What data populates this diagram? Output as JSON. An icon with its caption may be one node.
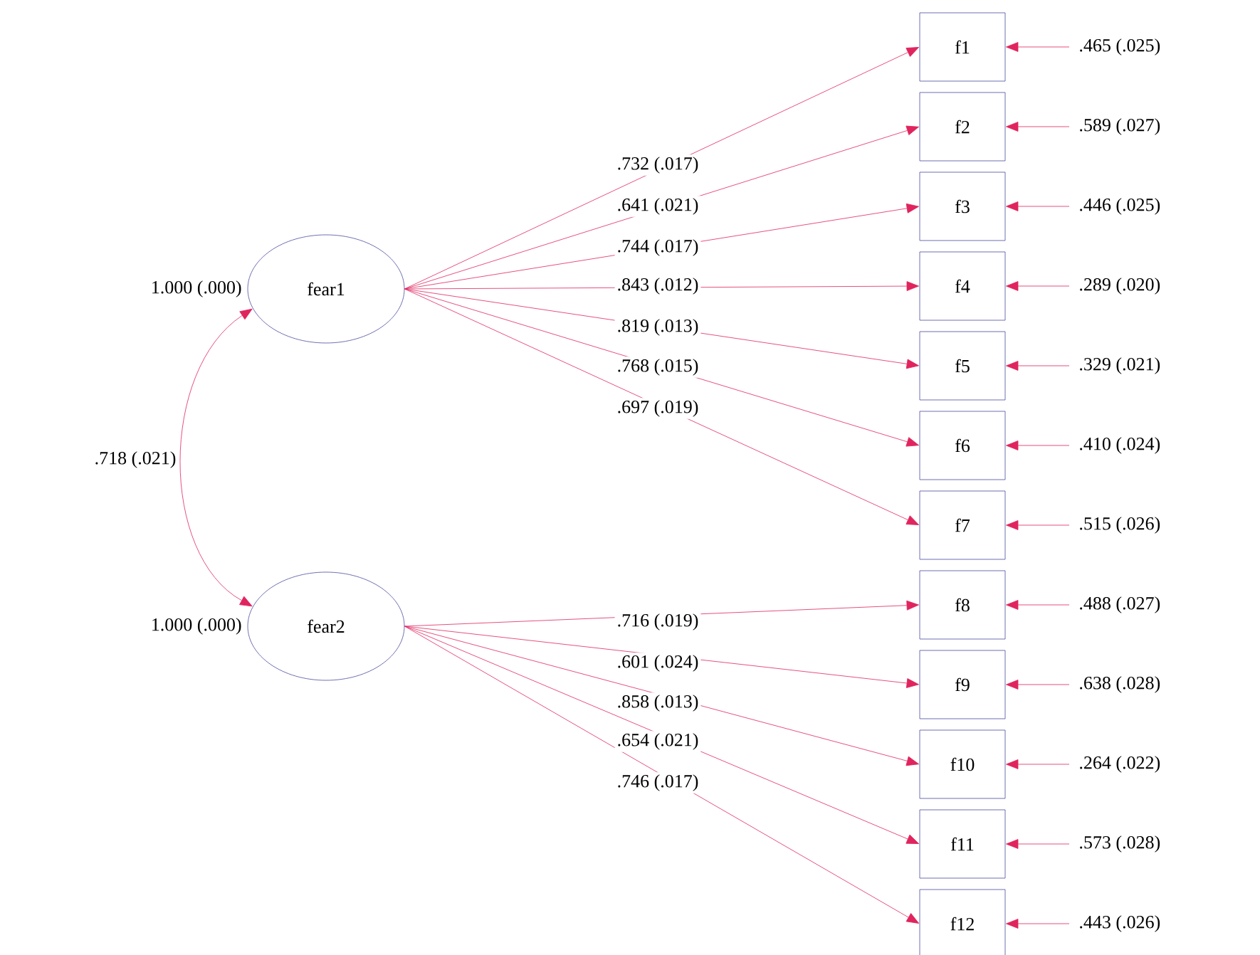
{
  "diagram": {
    "nodes": [
      {
        "text": [
          "fear1"
        ],
        "beside": [
          "1.000 (.000)"
        ]
      },
      {
        "text": [
          "fear2"
        ],
        "beside": [
          "1.000 (.000)"
        ]
      },
      {
        "text": [
          "f1"
        ]
      },
      {
        "text": [
          "f2"
        ]
      },
      {
        "text": [
          "f3"
        ]
      },
      {
        "text": [
          "f4"
        ]
      },
      {
        "text": [
          "f5"
        ]
      },
      {
        "text": [
          "f6"
        ]
      },
      {
        "text": [
          "f7"
        ]
      },
      {
        "text": [
          "f8"
        ]
      },
      {
        "text": [
          "f9"
        ]
      },
      {
        "text": [
          "f10"
        ]
      },
      {
        "text": [
          "f11"
        ]
      },
      {
        "text": [
          "f12"
        ]
      }
    ],
    "edges": [
      {
        "from": 0,
        "to": 2,
        "arrow": "to",
        "label": ".732 (.017)"
      },
      {
        "from": 0,
        "to": 3,
        "arrow": "to",
        "label": ".641 (.021)"
      },
      {
        "from": 0,
        "to": 4,
        "arrow": "to",
        "label": ".744 (.017)"
      },
      {
        "from": 0,
        "to": 5,
        "arrow": "to",
        "label": ".843 (.012)"
      },
      {
        "from": 0,
        "to": 6,
        "arrow": "to",
        "label": ".819 (.013)"
      },
      {
        "from": 0,
        "to": 7,
        "arrow": "to",
        "label": ".768 (.015)"
      },
      {
        "from": 0,
        "to": 8,
        "arrow": "to",
        "label": ".697 (.019)"
      },
      {
        "from": 1,
        "to": 9,
        "arrow": "to",
        "label": ".716 (.019)"
      },
      {
        "from": 1,
        "to": 10,
        "arrow": "to",
        "label": ".601 (.024)"
      },
      {
        "from": 1,
        "to": 11,
        "arrow": "to",
        "label": ".858 (.013)"
      },
      {
        "from": 1,
        "to": 12,
        "arrow": "to",
        "label": ".654 (.021)"
      },
      {
        "from": 1,
        "to": 13,
        "arrow": "to",
        "label": ".746 (.017)"
      },
      {
        "from": 0,
        "to": 1,
        "arrow": "both",
        "label": ".718 (.021)"
      },
      {
        "from": null,
        "to": 2,
        "arrow": "to",
        "label": ".465 (.025)"
      },
      {
        "from": null,
        "to": 3,
        "arrow": "to",
        "label": ".589 (.027)"
      },
      {
        "from": null,
        "to": 4,
        "arrow": "to",
        "label": ".446 (.025)"
      },
      {
        "from": null,
        "to": 5,
        "arrow": "to",
        "label": ".289 (.020)"
      },
      {
        "from": null,
        "to": 6,
        "arrow": "to",
        "label": ".329 (.021)"
      },
      {
        "from": null,
        "to": 7,
        "arrow": "to",
        "label": ".410 (.024)"
      },
      {
        "from": null,
        "to": 8,
        "arrow": "to",
        "label": ".515 (.026)"
      },
      {
        "from": null,
        "to": 9,
        "arrow": "to",
        "label": ".488 (.027)"
      },
      {
        "from": null,
        "to": 10,
        "arrow": "to",
        "label": ".638 (.028)"
      },
      {
        "from": null,
        "to": 11,
        "arrow": "to",
        "label": ".264 (.022)"
      },
      {
        "from": null,
        "to": 12,
        "arrow": "to",
        "label": ".573 (.028)"
      },
      {
        "from": null,
        "to": 13,
        "arrow": "to",
        "label": ".443 (.026)"
      }
    ]
  }
}
